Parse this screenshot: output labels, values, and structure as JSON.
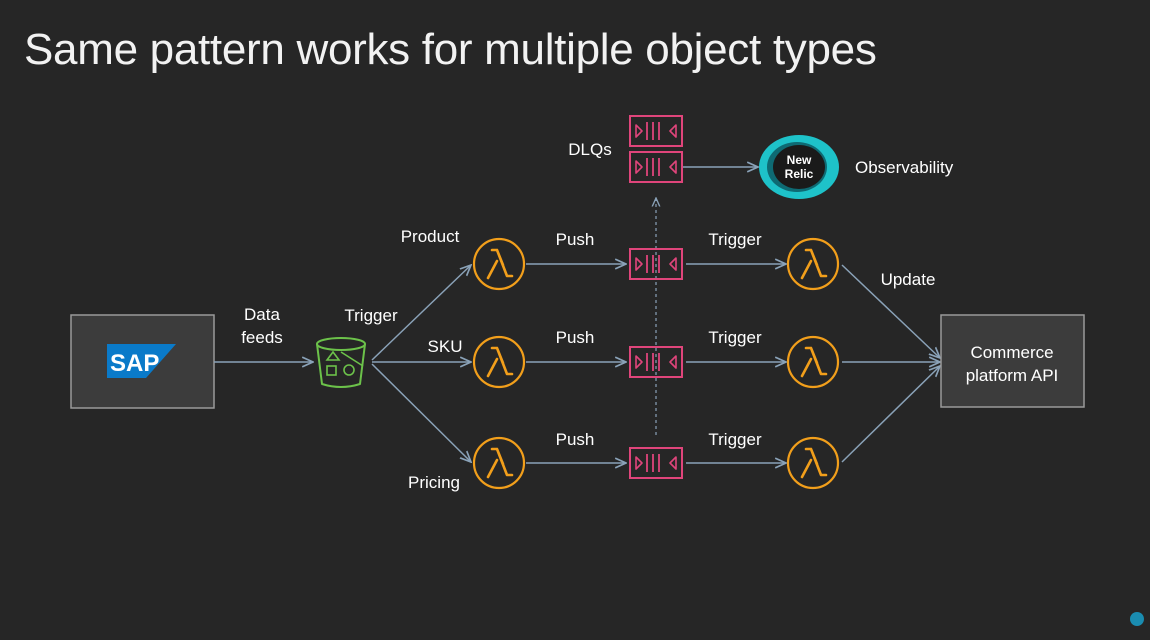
{
  "title": "Same pattern works for multiple object types",
  "source": {
    "logo_text": "SAP"
  },
  "labels": {
    "data_feeds_line1": "Data",
    "data_feeds_line2": "feeds",
    "trigger_bucket": "Trigger",
    "product": "Product",
    "sku": "SKU",
    "pricing": "Pricing",
    "push_1": "Push",
    "push_2": "Push",
    "push_3": "Push",
    "trigger_1": "Trigger",
    "trigger_2": "Trigger",
    "trigger_3": "Trigger",
    "update": "Update",
    "dlqs": "DLQs",
    "observability": "Observability"
  },
  "observability_logo": {
    "line1": "New",
    "line2": "Relic"
  },
  "target": {
    "line1": "Commerce",
    "line2": "platform API"
  },
  "colors": {
    "background": "#262626",
    "lambda": "#f29f1b",
    "queue": "#e0457b",
    "bucket": "#6cc24a",
    "arrow": "#8aa2b8",
    "sap_blue": "#0a7ac9",
    "new_relic": "#1ec2c9",
    "box_fill": "#3c3c3c",
    "box_stroke": "#9a9a9a"
  },
  "icons": {
    "lambda": "lambda-icon",
    "queue": "sqs-queue-icon",
    "bucket": "s3-bucket-icon",
    "source": "sap-logo",
    "observability": "new-relic-logo"
  }
}
